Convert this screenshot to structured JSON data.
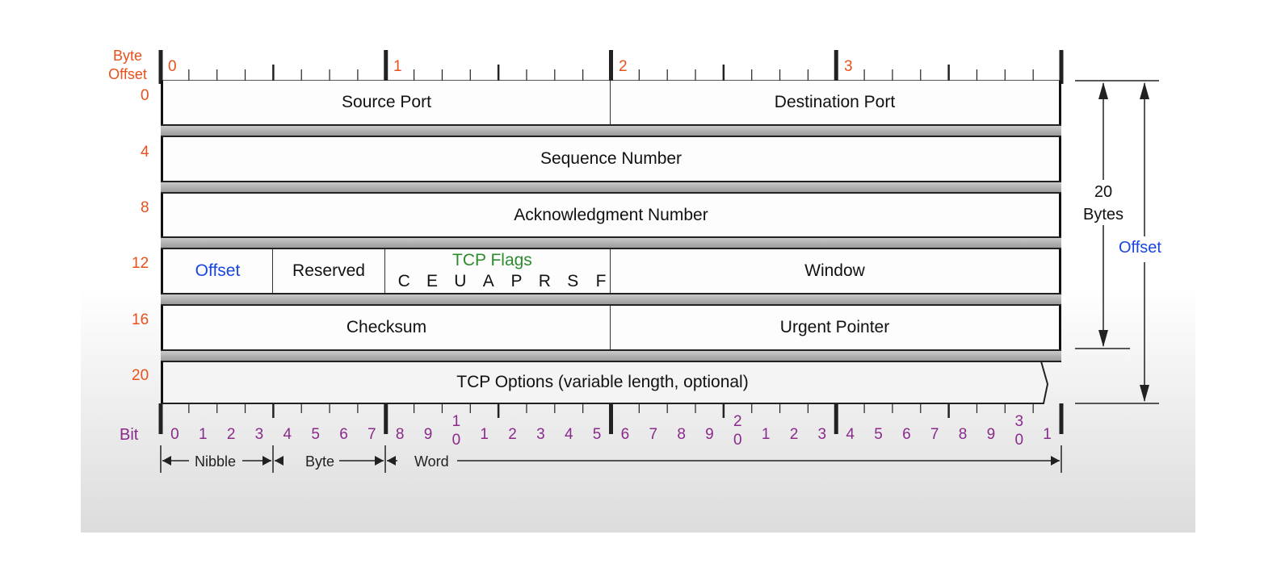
{
  "header": {
    "byte_offset_line1": "Byte",
    "byte_offset_line2": "Offset",
    "byte_markers": [
      "0",
      "1",
      "2",
      "3"
    ]
  },
  "rows": {
    "offsets": [
      "0",
      "4",
      "8",
      "12",
      "16",
      "20"
    ]
  },
  "fields": {
    "source_port": "Source Port",
    "destination_port": "Destination Port",
    "sequence_number": "Sequence Number",
    "ack_number": "Acknowledgment Number",
    "offset": "Offset",
    "reserved": "Reserved",
    "tcp_flags": "TCP Flags",
    "flags": [
      "C",
      "E",
      "U",
      "A",
      "P",
      "R",
      "S",
      "F"
    ],
    "window": "Window",
    "checksum": "Checksum",
    "urgent_pointer": "Urgent Pointer",
    "tcp_options": "TCP Options (variable length, optional)"
  },
  "right_annotations": {
    "header_size_line1": "20",
    "header_size_line2": "Bytes",
    "offset_label": "Offset"
  },
  "bits": {
    "label": "Bit",
    "numbers": [
      "0",
      "1",
      "2",
      "3",
      "4",
      "5",
      "6",
      "7",
      "8",
      "9",
      "1\n0",
      "1",
      "2",
      "3",
      "4",
      "5",
      "6",
      "7",
      "8",
      "9",
      "2\n0",
      "1",
      "2",
      "3",
      "4",
      "5",
      "6",
      "7",
      "8",
      "9",
      "3\n0",
      "1"
    ]
  },
  "scale": {
    "nibble": "Nibble",
    "byte": "Byte",
    "word": "Word"
  },
  "colors": {
    "offset_numbers": "#e8501c",
    "bit_numbers": "#8a2a8a",
    "offset_field": "#1a45e0",
    "tcp_flags": "#2e8b2e"
  }
}
